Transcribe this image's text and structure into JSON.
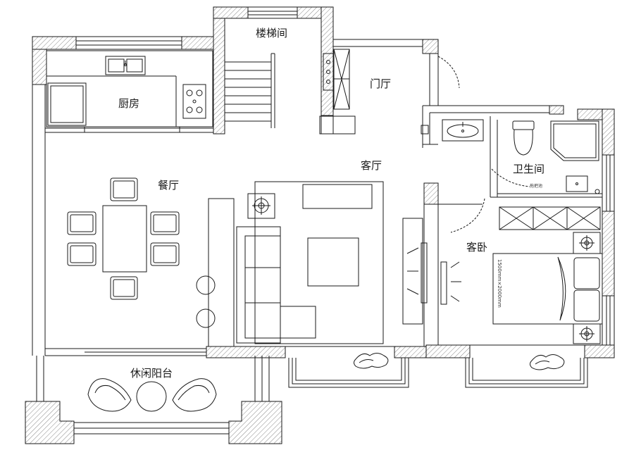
{
  "rooms": {
    "stairwell": "楼梯间",
    "kitchen": "厨房",
    "foyer": "门厅",
    "living": "客厅",
    "dining": "餐厅",
    "bathroom": "卫生间",
    "guest_bedroom": "客卧",
    "balcony": "休闲阳台"
  },
  "annotations": {
    "bed_size": "1500mm×2000mm",
    "mop_sink": "拖把池"
  },
  "colors": {
    "line": "#1a1a1a",
    "wall_hatch": "#9a9a9a",
    "background": "#ffffff"
  }
}
